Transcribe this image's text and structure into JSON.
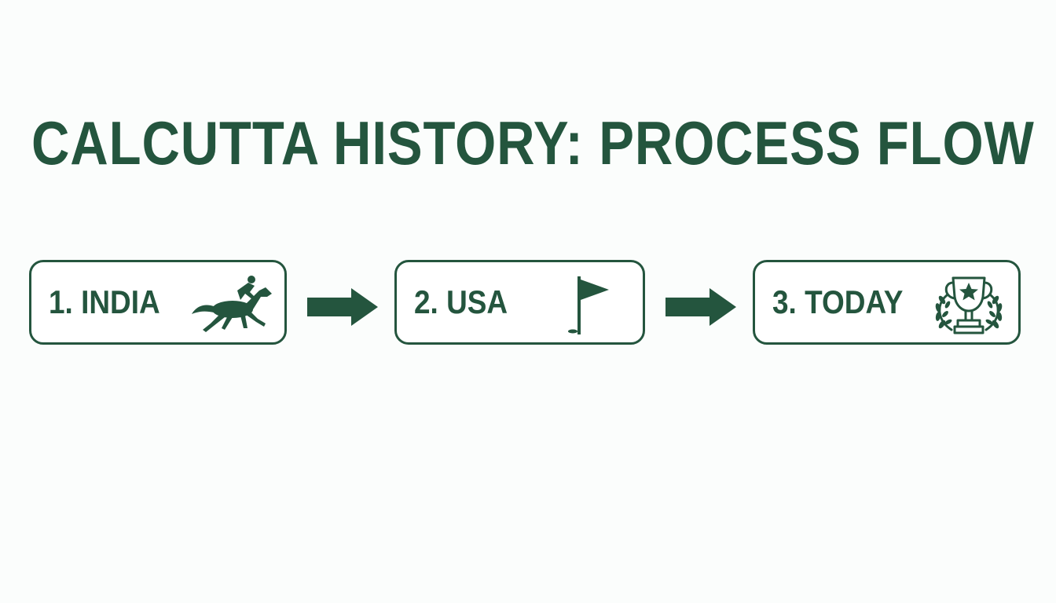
{
  "title": "CALCUTTA HISTORY: PROCESS FLOW",
  "colors": {
    "accent": "#24553e",
    "background": "#fbfdfc"
  },
  "steps": [
    {
      "label": "1. INDIA",
      "icon": "horse-racing-icon"
    },
    {
      "label": "2. USA",
      "icon": "golf-flag-icon"
    },
    {
      "label": "3. TODAY",
      "icon": "trophy-laurel-icon"
    }
  ],
  "connectors": [
    "right-arrow-icon",
    "right-arrow-icon"
  ]
}
